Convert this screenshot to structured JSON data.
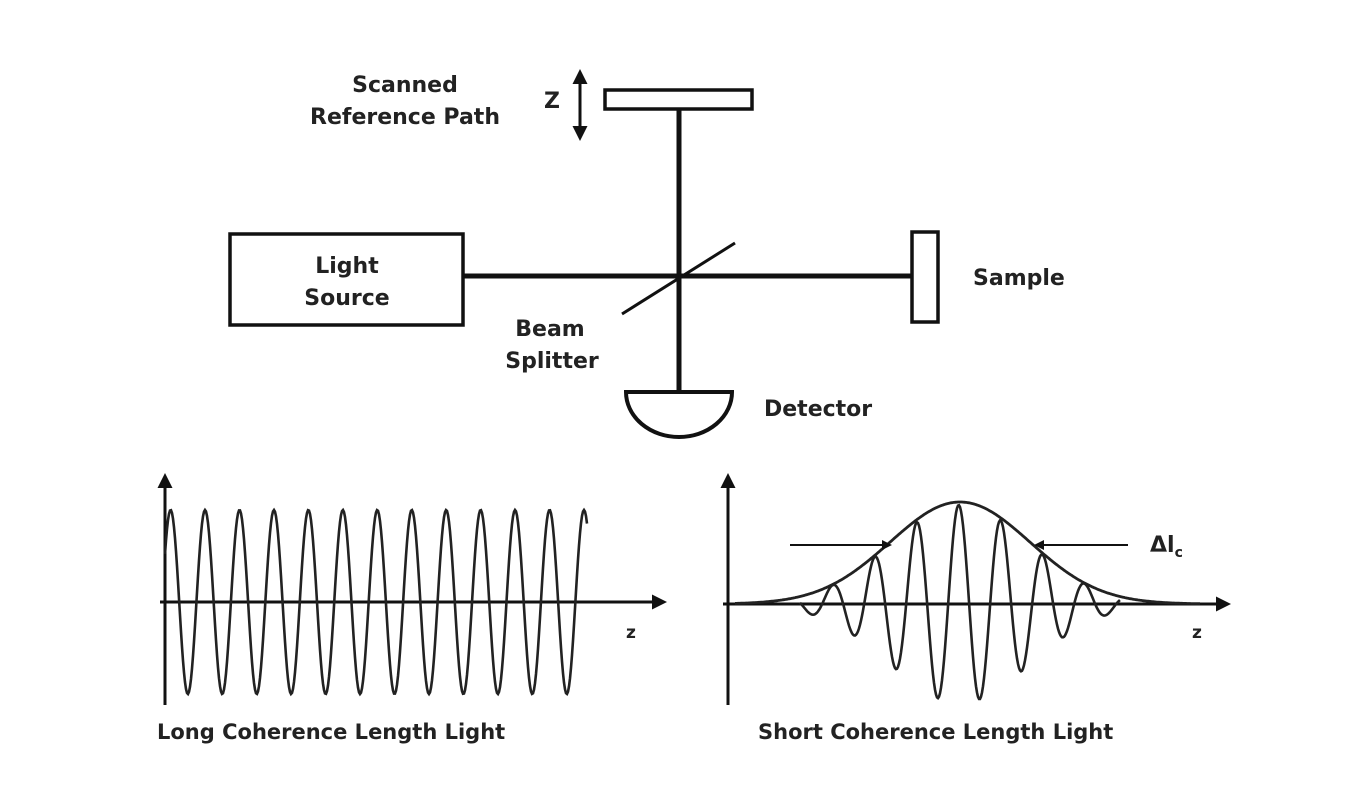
{
  "labels": {
    "reference": [
      "Scanned",
      "Reference Path"
    ],
    "z_arrow": "Z",
    "light_source": [
      "Light",
      "Source"
    ],
    "sample": "Sample",
    "beam_splitter": [
      "Beam",
      "Splitter"
    ],
    "detector": "Detector",
    "axis_z_left": "z",
    "axis_z_right": "z",
    "delta_lc": "Δl",
    "delta_lc_sub": "c",
    "caption_left": "Long Coherence Length Light",
    "caption_right": "Short Coherence Length Light"
  },
  "waves": {
    "long_cycles": 12,
    "short_cycles": 8
  }
}
